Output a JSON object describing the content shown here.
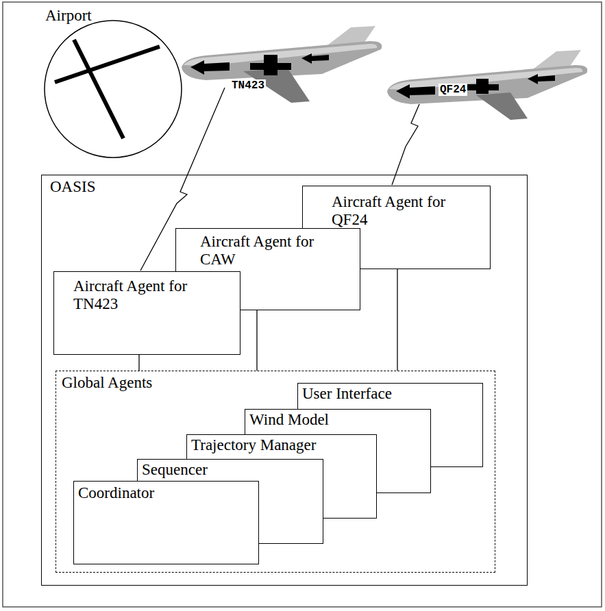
{
  "diagram": {
    "nodes": [
      {
        "text": [
          "OASIS"
        ]
      },
      {
        "text": [
          "Aircraft Agent for QF24"
        ],
        "in": 0
      },
      {
        "text": [
          "Aircraft Agent for CAW"
        ],
        "in": 0
      },
      {
        "text": [
          "Aircraft Agent for TN423"
        ],
        "in": 0
      },
      {
        "text": [
          "Global Agents"
        ],
        "in": 0
      },
      {
        "text": [
          "User Interface"
        ],
        "in": 4
      },
      {
        "text": [
          "Wind Model"
        ],
        "in": 4
      },
      {
        "text": [
          "Trajectory Manager"
        ],
        "in": 4
      },
      {
        "text": [
          "Sequencer"
        ],
        "in": 4
      },
      {
        "text": [
          "Coordinator"
        ],
        "in": 4
      }
    ],
    "edges": [
      {
        "from": 3,
        "to": 4,
        "arrow": "none"
      },
      {
        "from": 2,
        "to": 4,
        "arrow": "none"
      },
      {
        "from": 1,
        "to": 4,
        "arrow": "none"
      }
    ],
    "labels": [
      "Airport",
      "TN423",
      "QF24"
    ]
  }
}
